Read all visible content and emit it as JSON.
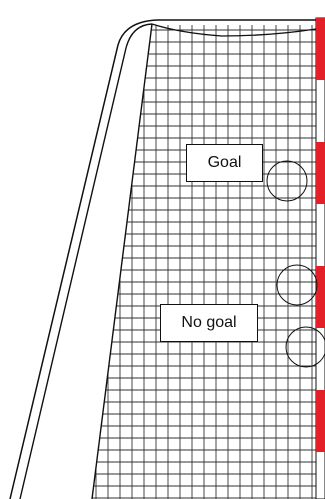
{
  "labels": {
    "goal": "Goal",
    "no_goal": "No goal"
  },
  "colors": {
    "post": "#e32028",
    "line": "#111111",
    "background": "#ffffff"
  },
  "post_stripe_count": 4
}
